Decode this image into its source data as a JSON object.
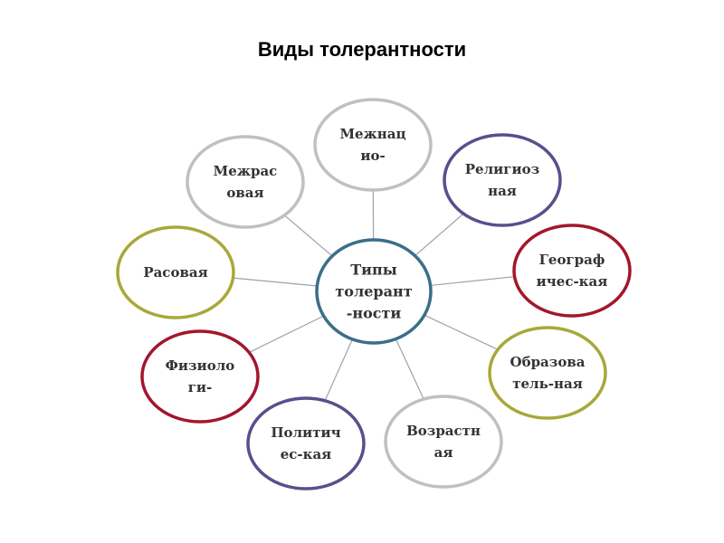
{
  "title": "Виды толерантности",
  "center": {
    "lines": [
      "Типы",
      "толерант",
      "-ности"
    ],
    "color": "#3b6e8a"
  },
  "nodes": [
    {
      "id": "mezhnats",
      "lines": [
        "Межнац",
        "ио-"
      ],
      "color": "#c0c0c0"
    },
    {
      "id": "religioz",
      "lines": [
        "Религиоз",
        "ная"
      ],
      "color": "#5a4e8c"
    },
    {
      "id": "geograf",
      "lines": [
        "Географ",
        "ичес-кая"
      ],
      "color": "#a3162c"
    },
    {
      "id": "obrazovat",
      "lines": [
        "Образова",
        "тель-ная"
      ],
      "color": "#a8a83a"
    },
    {
      "id": "vozrast",
      "lines": [
        "Возрастн",
        "ая"
      ],
      "color": "#c0c0c0"
    },
    {
      "id": "polit",
      "lines": [
        "Политич",
        "ес-кая"
      ],
      "color": "#5a4e8c"
    },
    {
      "id": "fiziolo",
      "lines": [
        "Физиоло",
        "ги-"
      ],
      "color": "#a3162c"
    },
    {
      "id": "rasovaya",
      "lines": [
        "Расовая"
      ],
      "color": "#a8a83a"
    },
    {
      "id": "mezhras",
      "lines": [
        "Межрас",
        "овая"
      ],
      "color": "#c0c0c0"
    }
  ],
  "connector_color": "#a0a0b0"
}
